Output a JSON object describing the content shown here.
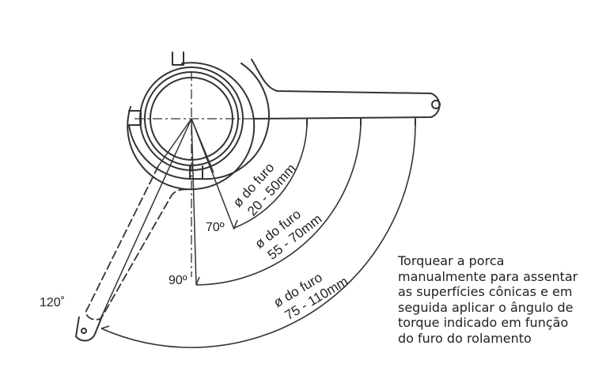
{
  "labels": {
    "angle_70": "70º",
    "angle_90": "90º",
    "angle_120": "120˚"
  },
  "ranges": [
    {
      "line1": "ø do furo",
      "line2": "20 - 50mm"
    },
    {
      "line1": "ø do furo",
      "line2": "55 - 70mm"
    },
    {
      "line1": "ø do furo",
      "line2": "75 - 110mm"
    }
  ],
  "note": [
    "Torquear a porca",
    "manualmente para assentar",
    "as superfícies cônicas e em",
    "seguida aplicar o ângulo de",
    "torque indicado em função",
    "do furo do rolamento"
  ]
}
